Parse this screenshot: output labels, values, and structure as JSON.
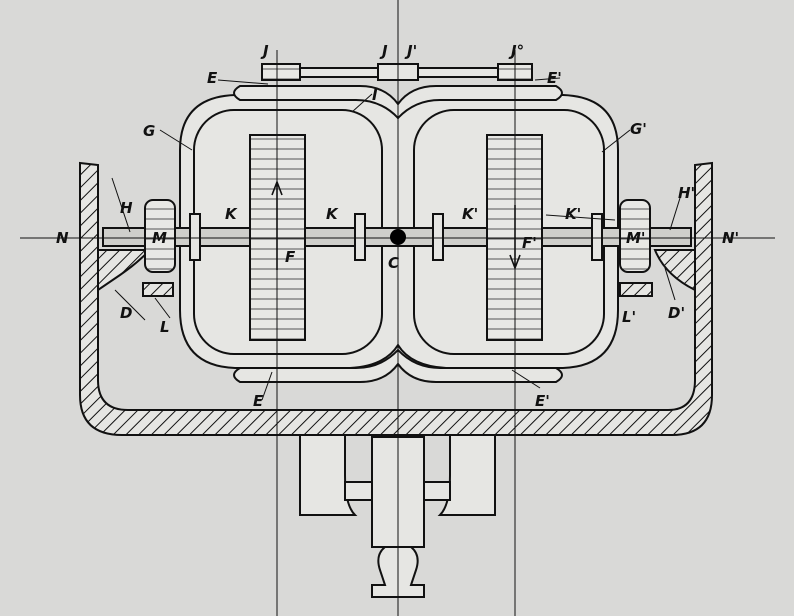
{
  "figure": {
    "labels": {
      "J_left": "J",
      "J_center": "J",
      "J_prime": "J'",
      "J_degree": "J°",
      "E_top": "E",
      "E_prime_top": "E'",
      "I": "I",
      "G": "G",
      "G_prime": "G'",
      "H": "H",
      "M": "M",
      "K1": "K",
      "K2": "K",
      "K_prime1": "K'",
      "K_prime2": "K'",
      "M_prime": "M'",
      "H_prime": "H'",
      "N": "N",
      "N_prime": "N'",
      "F": "F",
      "F_prime": "F'",
      "C": "C",
      "D": "D",
      "L": "L",
      "L_prime": "L'",
      "D_prime": "D'",
      "E_bottom": "E",
      "E_prime_bottom": "E'"
    },
    "colors": {
      "paper": "#d9d9d7",
      "ink": "#111111"
    }
  }
}
